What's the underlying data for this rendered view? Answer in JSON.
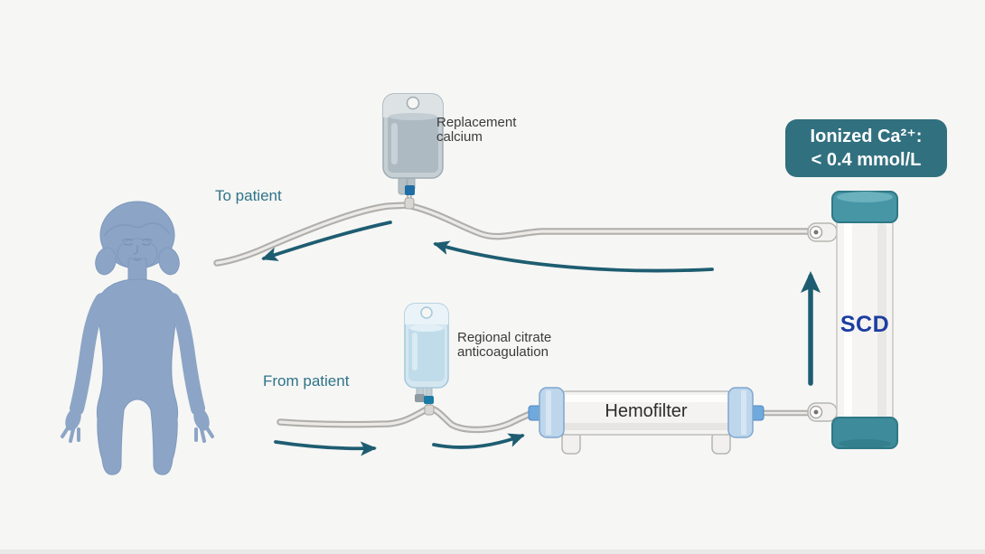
{
  "labels": {
    "to_patient": "To patient",
    "from_patient": "From patient",
    "replacement_calcium": "Replacement calcium",
    "regional_citrate": "Regional citrate anticoagulation",
    "hemofilter": "Hemofilter",
    "scd": "SCD"
  },
  "badge": {
    "line1": "Ionized Ca²⁺:",
    "line2": "< 0.4 mmol/L"
  },
  "colors": {
    "background": "#f6f6f4",
    "badge_teal": "#31707f",
    "label_teal": "#2e7489",
    "arrow_teal": "#1e5d71",
    "scd_cap_teal": "#4796a6",
    "scd_text_navy": "#1d3da1",
    "patient_blue": "#8ca5c6",
    "tubing_gray": "#b0afac",
    "hemofilter_cap_blue": "#bdd6ec",
    "calcium_bag_gray": "#c6cfd4",
    "citrate_bag_blue": "#d4e7f1",
    "device_body": "#f4f3f1",
    "text_dark": "#3a3a3a"
  }
}
